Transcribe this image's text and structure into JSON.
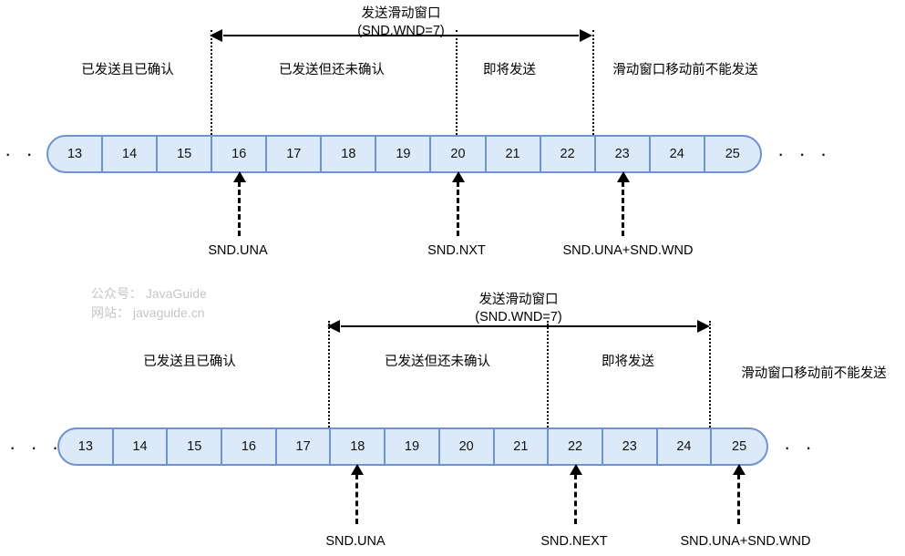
{
  "watermark": {
    "line1": "公众号： JavaGuide",
    "line2": "网站： javaguide.cn",
    "color": "#c6c6c6"
  },
  "colors": {
    "cell_fill": "#dce9f9",
    "cell_border": "#6e93cf",
    "line": "#000000",
    "watermark": "#c6c6c6"
  },
  "diagrams": [
    {
      "id": "before-slide",
      "window_title_line1": "发送滑动窗口",
      "window_title_line2": "(SND.WND=7)",
      "regions": [
        {
          "label": "已发送且已确认"
        },
        {
          "label": "已发送但还未确认"
        },
        {
          "label": "即将发送"
        },
        {
          "label": "滑动窗口移动前不能发送"
        }
      ],
      "cells": [
        "13",
        "14",
        "15",
        "16",
        "17",
        "18",
        "19",
        "20",
        "21",
        "22",
        "23",
        "24",
        "25"
      ],
      "left_ellipsis": "· · ·",
      "right_ellipsis": "· · ·",
      "pointers": [
        {
          "label": "SND.UNA",
          "cell": "16"
        },
        {
          "label": "SND.NXT",
          "cell": "20"
        },
        {
          "label": "SND.UNA+SND.WND",
          "cell": "23"
        }
      ]
    },
    {
      "id": "after-slide",
      "window_title_line1": "发送滑动窗口",
      "window_title_line2": "(SND.WND=7)",
      "regions": [
        {
          "label": "已发送且已确认"
        },
        {
          "label": "已发送但还未确认"
        },
        {
          "label": "即将发送"
        },
        {
          "label": "滑动窗口移动前不能发送"
        }
      ],
      "cells": [
        "13",
        "14",
        "15",
        "16",
        "17",
        "18",
        "19",
        "20",
        "21",
        "22",
        "23",
        "24",
        "25"
      ],
      "left_ellipsis": "· · ·",
      "right_ellipsis": "· ·",
      "pointers": [
        {
          "label": "SND.UNA",
          "cell": "18"
        },
        {
          "label": "SND.NEXT",
          "cell": "22"
        },
        {
          "label": "SND.UNA+SND.WND",
          "cell": "25"
        }
      ]
    }
  ]
}
